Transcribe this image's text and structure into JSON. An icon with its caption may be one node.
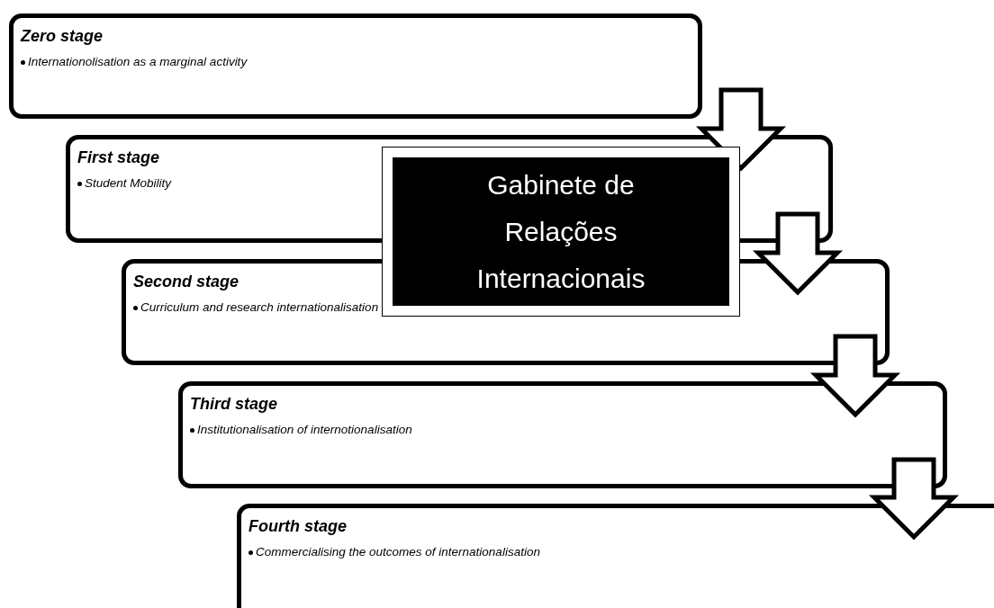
{
  "diagram": {
    "nodes": [
      {
        "text": [
          "Zero stage",
          "Internationolisation as a marginal activity"
        ]
      },
      {
        "text": [
          "First stage",
          "Student Mobility"
        ]
      },
      {
        "text": [
          "Second stage",
          "Curriculum and research internationalisation"
        ]
      },
      {
        "text": [
          "Third stage",
          "Institutionalisation of internotionalisation"
        ]
      },
      {
        "text": [
          "Fourth stage",
          "Commercialising the outcomes of internationalisation"
        ]
      },
      {
        "text": [
          "Gabinete de Relações Internacionais"
        ]
      }
    ],
    "edges": [
      {
        "from": 0,
        "to": 1,
        "arrow": "to"
      },
      {
        "from": 1,
        "to": 2,
        "arrow": "to"
      },
      {
        "from": 2,
        "to": 3,
        "arrow": "to"
      },
      {
        "from": 3,
        "to": 4,
        "arrow": "to"
      }
    ]
  }
}
